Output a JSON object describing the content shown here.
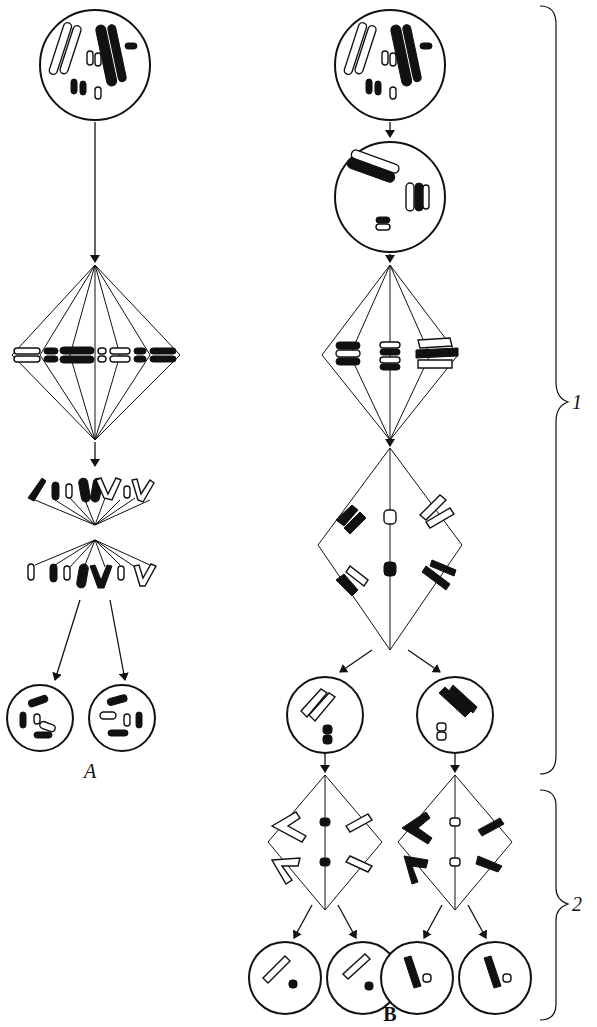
{
  "diagram": {
    "labels": [
      "A",
      "B",
      "1",
      "2"
    ]
  }
}
